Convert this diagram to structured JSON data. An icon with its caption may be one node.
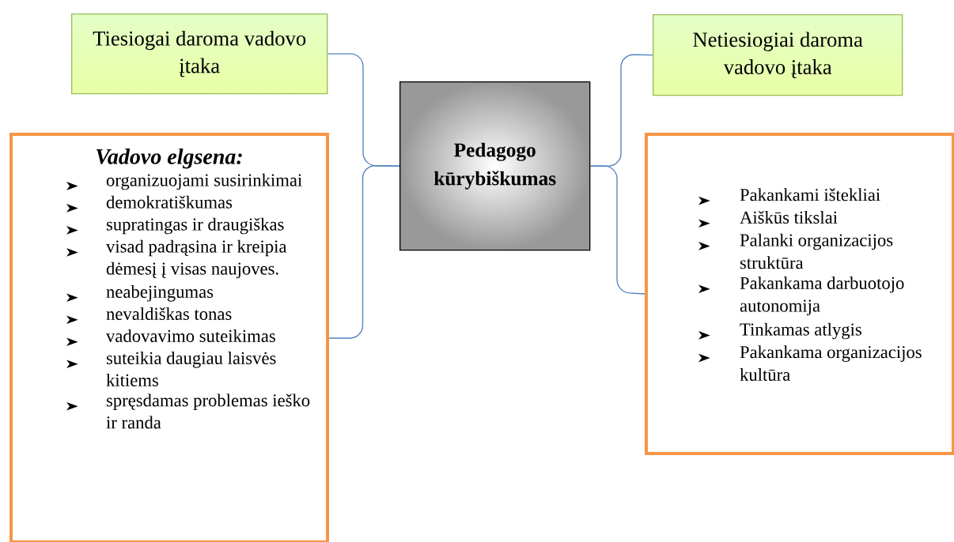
{
  "diagram": {
    "nodes": [
      {
        "text": [
          "Tiesiogai daroma vadovo įtaka"
        ]
      },
      {
        "text": [
          "Vadovo elgsena:",
          "organizuojami susirinkimai",
          "demokratiškumas",
          "supratingas ir draugiškas",
          "visad padrąsina ir kreipia dėmesį į visas naujoves.",
          "neabejingumas",
          "nevaldiškas tonas",
          "vadovavimo suteikimas",
          "suteikia daugiau laisvės kitiems",
          "spręsdamas problemas ieško ir randa"
        ]
      },
      {
        "text": [
          "Pedagogo kūrybiškumas"
        ]
      },
      {
        "text": [
          "Netiesiogiai daroma vadovo įtaka"
        ]
      },
      {
        "text": [
          "Pakankami ištekliai",
          "Aiškūs tikslai",
          "Palanki organizacijos struktūra",
          "Pakankama darbuotojo autonomija",
          "Tinkamas atlygis",
          "Pakankama organizacijos kultūra"
        ]
      }
    ],
    "edges": [
      {
        "from": 0,
        "to": 2,
        "arrow": "none"
      },
      {
        "from": 1,
        "to": 2,
        "arrow": "none"
      },
      {
        "from": 2,
        "to": 3,
        "arrow": "none"
      },
      {
        "from": 2,
        "to": 4,
        "arrow": "none"
      }
    ]
  }
}
